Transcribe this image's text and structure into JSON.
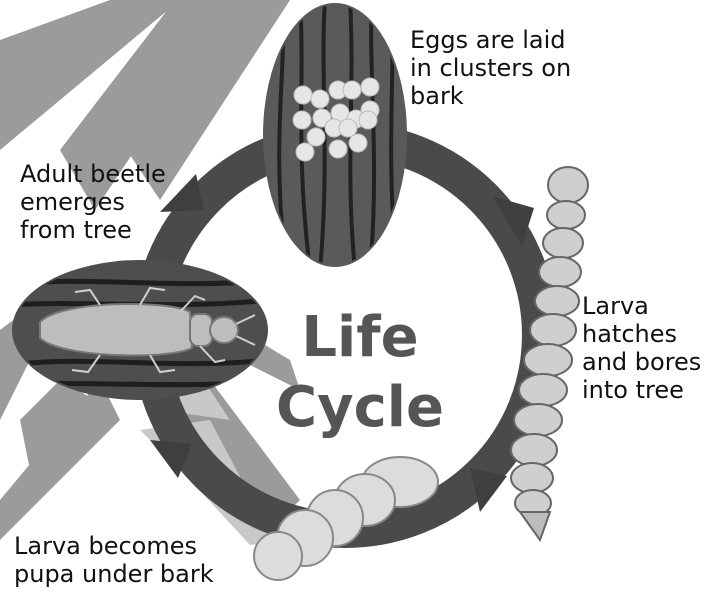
{
  "diagram": {
    "title_line1": "Life",
    "title_line2": "Cycle",
    "stages": [
      {
        "id": "eggs",
        "label": "Eggs are laid\nin clusters on\nbark"
      },
      {
        "id": "larva",
        "label": "Larva\nhatches\nand bores\ninto tree"
      },
      {
        "id": "pupa",
        "label": "Larva becomes\npupa under bark"
      },
      {
        "id": "adult",
        "label": "Adult beetle\nemerges\nfrom tree"
      }
    ]
  },
  "colors": {
    "cycle_ring": "#4a4a4a",
    "background_bark": "#9b9b9b",
    "title": "#555555"
  }
}
